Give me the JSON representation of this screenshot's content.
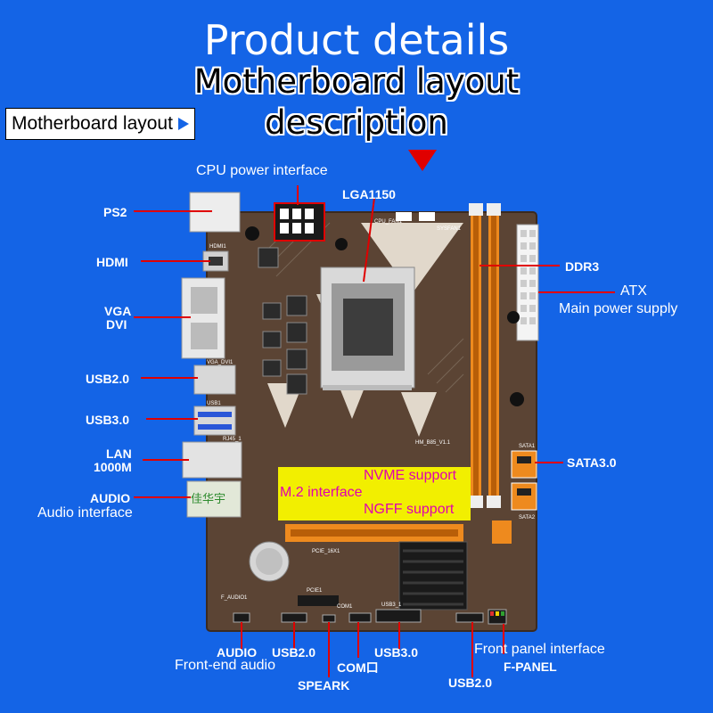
{
  "title": "Product details",
  "subtitle_line1": "Motherboard layout",
  "subtitle_line2": "description",
  "tag_label": "Motherboard layout",
  "board_text": {
    "cpu_fan": "CPU_FAN1",
    "sys_fan": "SYSFAN1",
    "hdmi1": "HDMI1",
    "vga_dvi": "VGA_DVI1",
    "usb1": "USB1",
    "rj45": "RJ45_1",
    "pcie16": "PCIE_16X1",
    "pcie1": "PCIE1",
    "com1": "COM1",
    "usb3": "USB3_1",
    "f_audio": "F_AUDIO1",
    "sata1": "SATA1",
    "sata2": "SATA2",
    "model": "HM_B85_V1.1",
    "logo": "佳华宇"
  },
  "labels": {
    "cpu_power": "CPU power interface",
    "lga": "LGA1150",
    "ps2": "PS2",
    "hdmi": "HDMI",
    "vga": "VGA",
    "dvi": "DVI",
    "usb20_left": "USB2.0",
    "usb30_left": "USB3.0",
    "lan": "LAN",
    "lan_speed": "1000M",
    "audio": "AUDIO",
    "audio_interface": "Audio interface",
    "ddr3": "DDR3",
    "atx": "ATX",
    "atx_desc": "Main power supply",
    "sata30": "SATA3.0",
    "nvme": "NVME support",
    "m2": "M.2 interface",
    "ngff": "NGFF support",
    "audio_bottom": "AUDIO",
    "usb20_bottom": "USB2.0",
    "front_audio": "Front-end audio",
    "com": "COM口",
    "spearker": "SPEARK",
    "usb30_bottom": "USB3.0",
    "front_panel": "Front panel interface",
    "fpanel": "F-PANEL",
    "usb20_right": "USB2.0"
  },
  "colors": {
    "background": "#1464e6",
    "pointer": "#e00000",
    "callout": "#f2ef00",
    "callout_text": "#e000b0",
    "dimm": "#ee8a1e",
    "pcb": "#5b4434"
  }
}
